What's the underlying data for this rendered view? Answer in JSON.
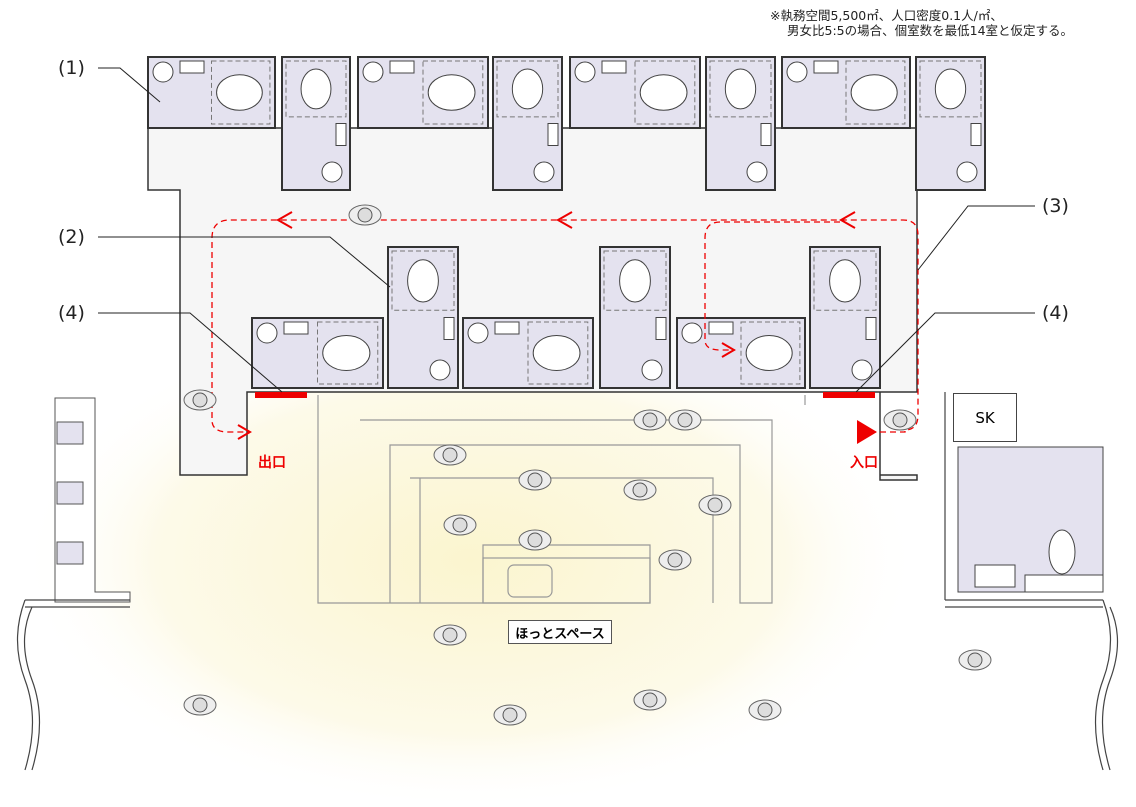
{
  "note": {
    "line1": "※執務空間5,500㎡、人口密度0.1人/㎡、",
    "line2": "男女比5:5の場合、個室数を最低14室と仮定する。"
  },
  "labels": {
    "l1": "(1)",
    "l2": "(2)",
    "l3": "(3)",
    "l4a": "(4)",
    "l4b": "(4)"
  },
  "exit": "出口",
  "entrance": "入口",
  "sk": "SK",
  "hot_space": "ほっとスペース",
  "colors": {
    "room": "#e4e2ef",
    "corridor": "#f6f6f6",
    "wall": "#333333",
    "route": "#e00000",
    "glow": "#fbf6d8"
  }
}
